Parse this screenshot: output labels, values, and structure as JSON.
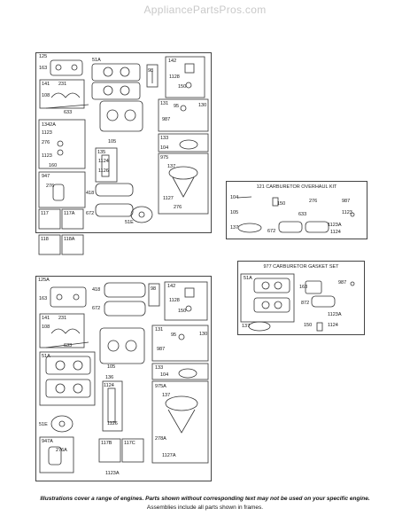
{
  "watermark": "AppliancePartsPros.com",
  "upper_assembly": {
    "labels": [
      "125",
      "163",
      "51A",
      "98",
      "142",
      "141",
      "231",
      "108",
      "1128",
      "150",
      "633",
      "131",
      "95",
      "130",
      "1342A",
      "987",
      "1123",
      "276",
      "133",
      "105",
      "104",
      "1123",
      "160",
      "135",
      "1124",
      "1126",
      "975",
      "137",
      "947",
      "276",
      "418",
      "1127",
      "672",
      "276",
      "117",
      "117A",
      "51E",
      "118",
      "118A"
    ]
  },
  "lower_assembly": {
    "labels": [
      "125A",
      "418",
      "98",
      "142",
      "163",
      "672",
      "1128",
      "150",
      "141",
      "231",
      "108",
      "633",
      "131",
      "95",
      "130",
      "51A",
      "987",
      "105",
      "133",
      "104",
      "136",
      "1124",
      "975A",
      "137",
      "51E",
      "1126",
      "278A",
      "947A",
      "276A",
      "117B",
      "117C",
      "1127A",
      "1123A"
    ]
  },
  "kit_121": {
    "title": "121 CARBURETOR OVERHAUL KIT",
    "labels": [
      "104",
      "150",
      "276",
      "987",
      "105",
      "633",
      "1123",
      "137",
      "672",
      "1123A",
      "1124"
    ]
  },
  "kit_977": {
    "title": "977 CARBURETOR GASKET SET",
    "labels": [
      "51A",
      "163",
      "987",
      "872",
      "1123A",
      "137",
      "150",
      "1124"
    ]
  },
  "footer": {
    "line1": "Illustrations cover a range of engines. Parts shown without corresponding text may not be used on your specific engine.",
    "line2": "Assemblies include all parts shown in frames."
  }
}
